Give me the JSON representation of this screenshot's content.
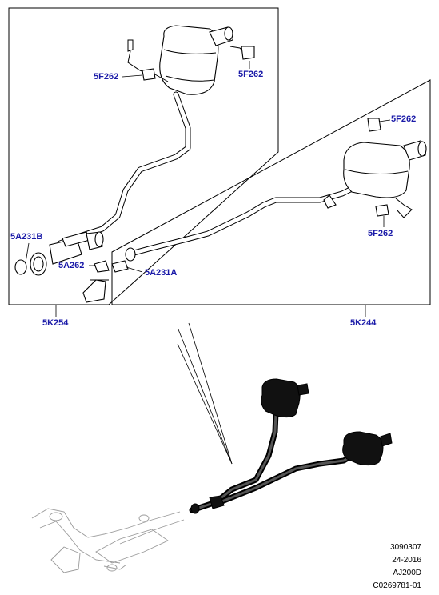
{
  "callouts": {
    "hanger_top_left": "5F262",
    "hanger_top_right": "5F262",
    "hanger_right_top": "5F262",
    "hanger_right_bottom": "5F262",
    "clamp_b": "5A231B",
    "mount": "5A262",
    "clamp_a": "5A231A"
  },
  "assemblies": {
    "left": "5K254",
    "right": "5K244"
  },
  "reference": {
    "line1": "3090307",
    "line2": "24-2016",
    "line3": "AJ200D",
    "line4": "C0269781-01"
  }
}
